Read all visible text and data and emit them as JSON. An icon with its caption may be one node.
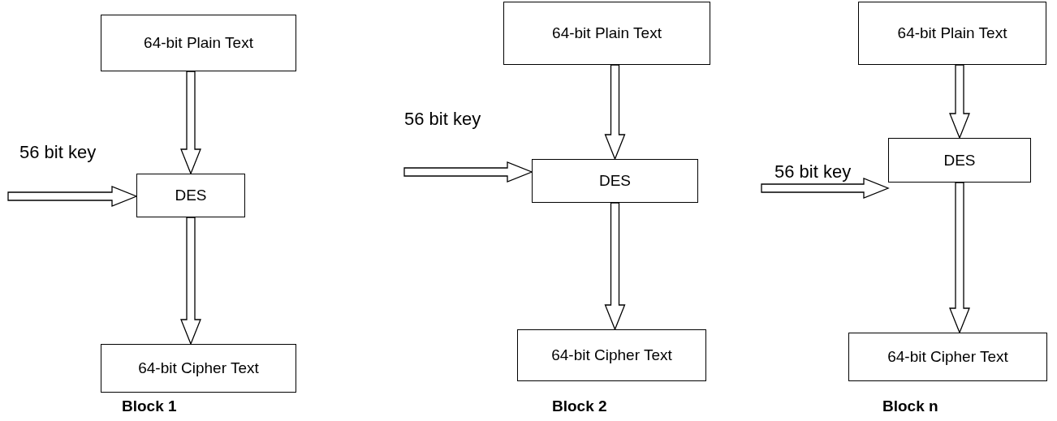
{
  "diagram": {
    "nodes": [
      {
        "text": [
          "64-bit Plain Text"
        ]
      },
      {
        "text": [
          "DES"
        ]
      },
      {
        "text": [
          "64-bit Cipher Text"
        ]
      },
      {
        "text": [
          "64-bit Plain Text"
        ]
      },
      {
        "text": [
          "DES"
        ]
      },
      {
        "text": [
          "64-bit Cipher Text"
        ]
      },
      {
        "text": [
          "64-bit Plain Text"
        ]
      },
      {
        "text": [
          "DES"
        ]
      },
      {
        "text": [
          "64-bit Cipher Text"
        ]
      }
    ],
    "edges": [
      {
        "from": 0,
        "to": 1,
        "arrow": "to"
      },
      {
        "from": 1,
        "to": 2,
        "arrow": "to"
      },
      {
        "from": null,
        "to": 1,
        "arrow": "to",
        "label": "56 bit key"
      },
      {
        "from": 3,
        "to": 4,
        "arrow": "to"
      },
      {
        "from": 4,
        "to": 5,
        "arrow": "to"
      },
      {
        "from": null,
        "to": 4,
        "arrow": "to",
        "label": "56 bit key"
      },
      {
        "from": 6,
        "to": 7,
        "arrow": "to"
      },
      {
        "from": 7,
        "to": 8,
        "arrow": "to"
      },
      {
        "from": null,
        "to": 7,
        "arrow": "to",
        "label": "56 bit key"
      }
    ],
    "labels": [
      "Block 1",
      "Block 2",
      "Block n"
    ]
  }
}
